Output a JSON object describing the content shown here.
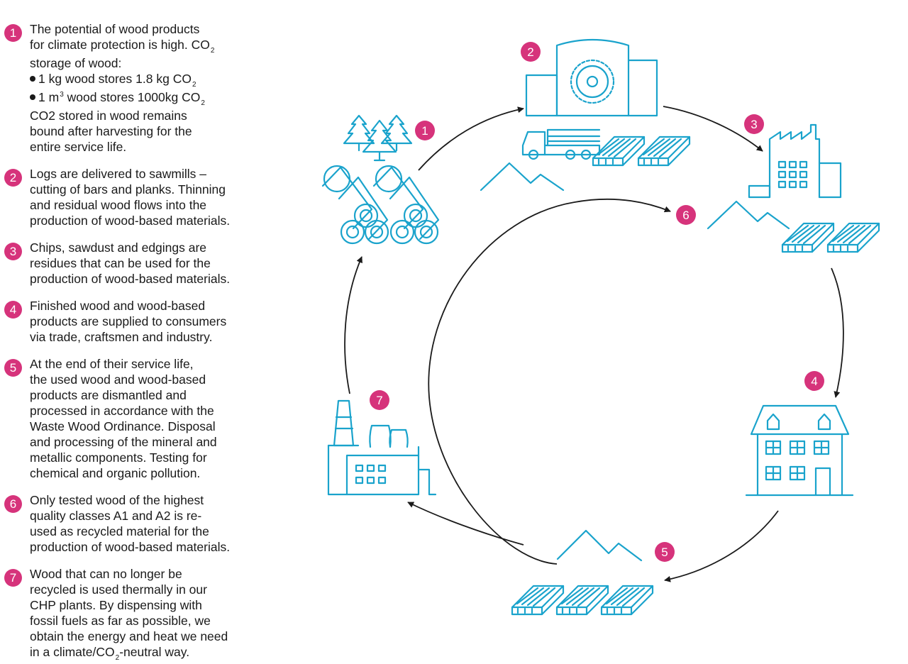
{
  "steps": [
    {
      "number": "1",
      "lines": [
        "The potential of wood products",
        {
          "text": "for climate protection is high. CO",
          "sub": "2"
        },
        "storage of wood:",
        {
          "bullet": true,
          "text": "1 kg wood stores 1.8 kg CO",
          "sub": "2"
        },
        {
          "bullet": true,
          "pre": "1 m",
          "sup": "3",
          "text": " wood stores 1000kg CO",
          "sub": "2"
        },
        "CO2 stored in wood remains",
        "bound after harvesting for the",
        "entire service life."
      ]
    },
    {
      "number": "2",
      "lines": [
        "Logs are delivered to sawmills –",
        "cutting of bars and planks. Thinning",
        "and residual wood flows into the",
        "production of wood-based materials."
      ]
    },
    {
      "number": "3",
      "lines": [
        "Chips, sawdust and edgings are",
        "residues that can be used for the",
        "production of wood-based materials."
      ]
    },
    {
      "number": "4",
      "lines": [
        "Finished wood and wood-based",
        "products are supplied to consumers",
        "via trade, craftsmen and industry."
      ]
    },
    {
      "number": "5",
      "lines": [
        "At the end of their service life,",
        "the used wood and wood-based",
        "products are dismantled and",
        "processed in accordance with the",
        "Waste Wood Ordinance. Disposal",
        "and processing of the mineral and",
        "metallic components. Testing for",
        "chemical and organic pollution."
      ]
    },
    {
      "number": "6",
      "lines": [
        "Only tested wood of the highest",
        "quality classes A1 and A2 is re-",
        "used as recycled material for the",
        "production of wood-based materials."
      ]
    },
    {
      "number": "7",
      "lines": [
        "Wood that can no longer be",
        "recycled is used thermally in our",
        "CHP plants. By dispensing with",
        "fossil fuels as far as possible, we",
        "obtain the energy and heat we need",
        {
          "text": "in a climate/CO",
          "sub": "2",
          "after": "-neutral way."
        }
      ]
    }
  ],
  "diagram": {
    "badges": [
      "1",
      "2",
      "3",
      "4",
      "5",
      "6",
      "7"
    ],
    "icons": [
      "forest-logs",
      "sawmill",
      "factory",
      "house",
      "waste-wood",
      "recycled-wood",
      "chp-plant"
    ],
    "colors": {
      "accent": "#d6337b",
      "icon": "#1aa3cc",
      "arrow": "#1a1a1a"
    }
  }
}
